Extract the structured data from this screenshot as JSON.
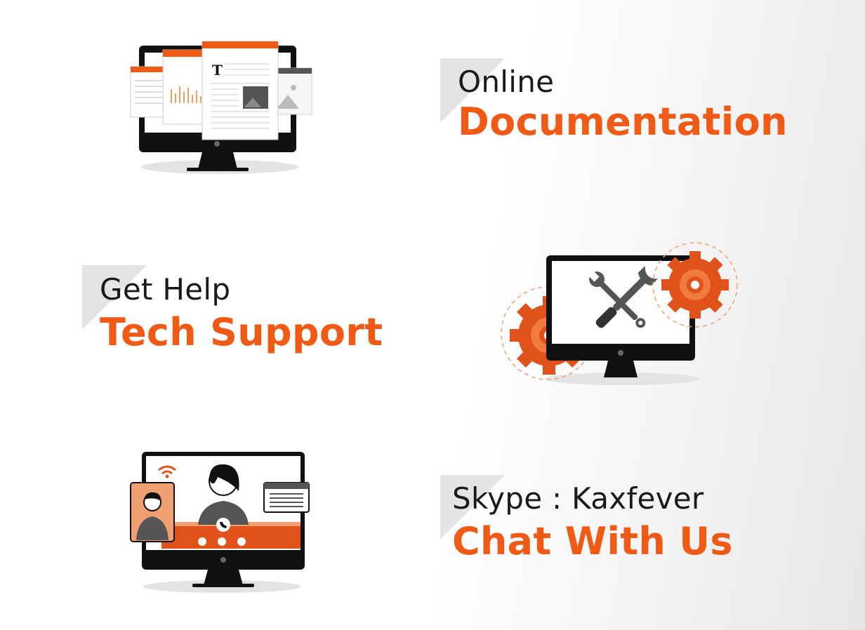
{
  "sections": [
    {
      "id": "documentation",
      "subtitle": "Online",
      "title": "Documentation",
      "illustration": "monitor-with-documents-icon"
    },
    {
      "id": "support",
      "subtitle": "Get Help",
      "title": "Tech Support",
      "illustration": "monitor-with-tools-and-gears-icon"
    },
    {
      "id": "chat",
      "subtitle": "Skype : Kaxfever",
      "title": "Chat With Us",
      "illustration": "monitor-with-video-call-icon"
    }
  ],
  "colors": {
    "accent": "#f05a14",
    "dark": "#1a1a1a",
    "triangle": "#e4e4e4",
    "monitor": "#111111"
  }
}
